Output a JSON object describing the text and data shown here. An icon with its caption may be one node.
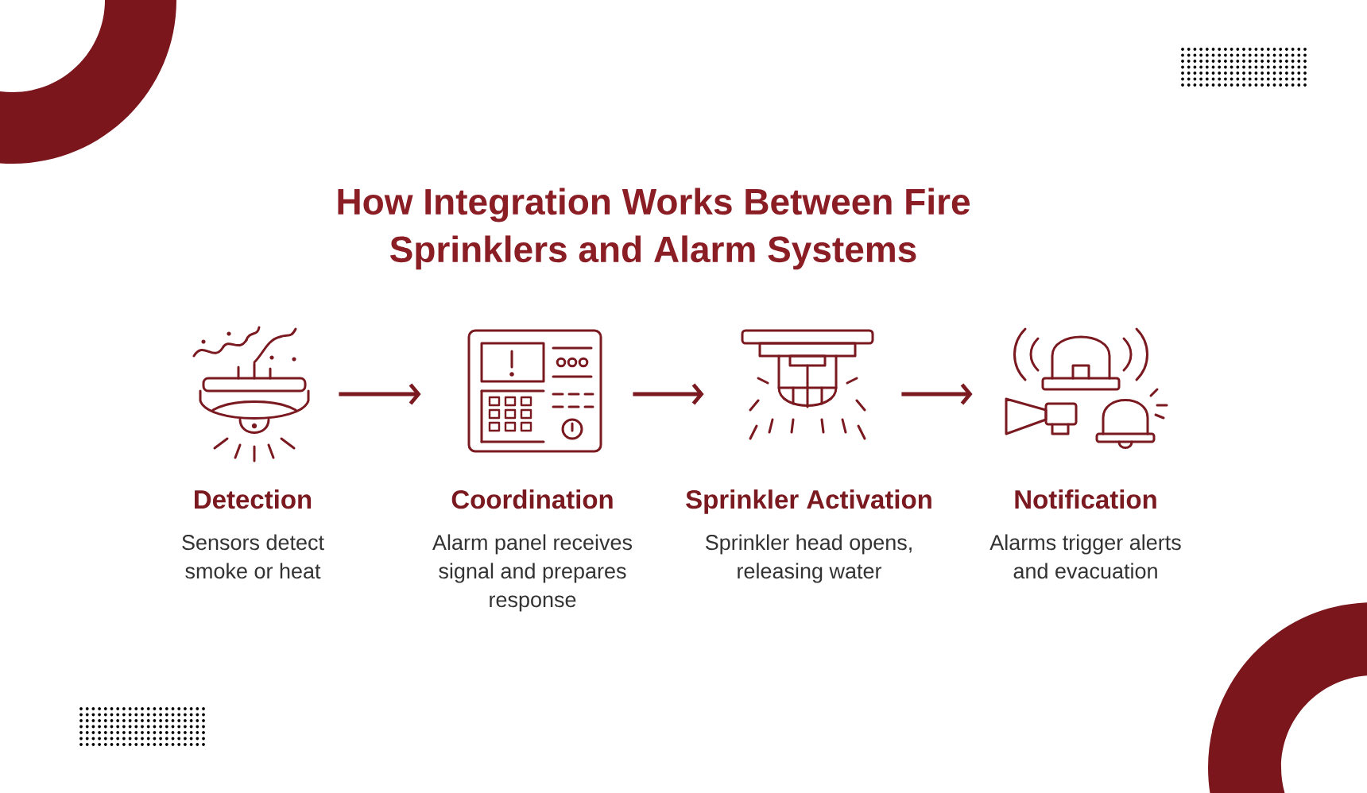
{
  "diagram": {
    "title": "How Integration Works Between Fire Sprinklers and Alarm Systems",
    "nodes": [
      {
        "text": [],
        "shape": "picture",
        "beside": [
          "Detection",
          "Sensors detect smoke or heat"
        ]
      },
      {
        "text": [],
        "shape": "picture",
        "beside": [
          "Coordination",
          "Alarm panel receives signal and prepares response"
        ]
      },
      {
        "text": [],
        "shape": "picture",
        "beside": [
          "Sprinkler Activation",
          "Sprinkler head opens, releasing water"
        ]
      },
      {
        "text": [],
        "shape": "picture",
        "beside": [
          "Notification",
          "Alarms trigger alerts and evacuation"
        ]
      }
    ],
    "edges": [
      {
        "from": 0,
        "to": 1,
        "arrow": "to"
      },
      {
        "from": 1,
        "to": 2,
        "arrow": "to"
      },
      {
        "from": 2,
        "to": 3,
        "arrow": "to"
      }
    ]
  }
}
